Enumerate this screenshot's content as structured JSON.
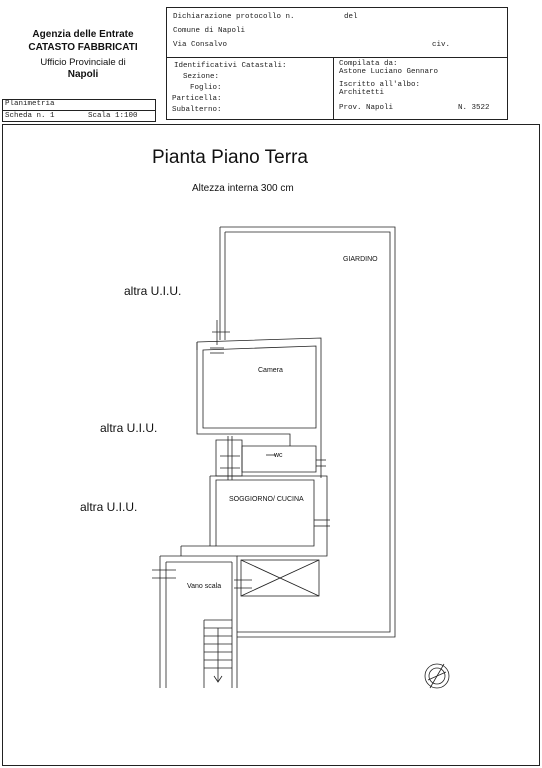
{
  "agency": {
    "line1": "Agenzia delle Entrate",
    "line2": "CATASTO FABBRICATI",
    "line3": "Ufficio Provinciale di",
    "line4": "Napoli"
  },
  "header": {
    "dichiarazione": "Dichiarazione protocollo n.",
    "del": "del",
    "comune": "Comune di Napoli",
    "via": "Via Consalvo",
    "civ": "civ.",
    "identificativi": "Identificativi Catastali:",
    "sezione": "Sezione:",
    "foglio": "Foglio:",
    "particella": "Particella:",
    "subalterno": "Subalterno:",
    "compilata": "Compilata da:",
    "compilatore": "Astone Luciano Gennaro",
    "iscritto": "Iscritto all'albo:",
    "albo": "Architetti",
    "prov": "Prov. Napoli",
    "numero": "N. 3522"
  },
  "sheet": {
    "planimetria": "Planimetria",
    "scheda": "Scheda n. 1",
    "scala": "Scala 1:100"
  },
  "plan": {
    "title": "Pianta Piano Terra",
    "subtitle": "Altezza interna 300 cm",
    "giardino": "GIARDINO",
    "altra1": "altra U.I.U.",
    "altra2": "altra U.I.U.",
    "altra3": "altra U.I.U.",
    "camera": "Camera",
    "wc": "wc",
    "soggiorno": "SOGGIORNO/ CUCINA",
    "vano_scala": "Vano scala"
  }
}
